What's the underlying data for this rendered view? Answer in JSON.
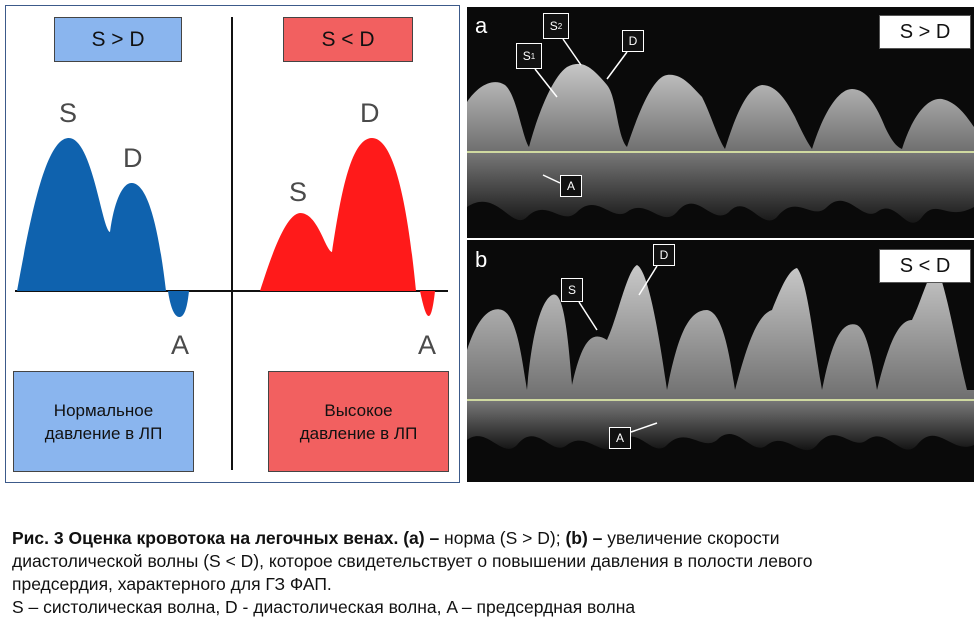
{
  "schema": {
    "left_header": "S > D",
    "right_header": "S < D",
    "left_letters": {
      "s": "S",
      "d": "D",
      "a": "A"
    },
    "right_letters": {
      "s": "S",
      "d": "D",
      "a": "A"
    },
    "left_note": [
      "Нормальное",
      "давление в ЛП"
    ],
    "right_note": [
      "Высокое",
      "давление в ЛП"
    ],
    "colors": {
      "normal_wave": "#0f62ae",
      "high_wave": "#ff1a1a",
      "normal_box": "#8ab5ee",
      "high_box": "#f26060"
    }
  },
  "panel_a": {
    "letter": "a",
    "label": "S > D",
    "markers": {
      "s1": "S",
      "s1_sub": "1",
      "s2": "S",
      "s2_sub": "2",
      "d": "D",
      "a": "A"
    }
  },
  "panel_b": {
    "letter": "b",
    "label": "S < D",
    "markers": {
      "s": "S",
      "d": "D",
      "a": "A"
    }
  },
  "caption": {
    "line1_bold": "Рис. 3 Оценка кровотока на легочных венах. (a) –",
    "line1_rest1": " норма (S > D); ",
    "line1_bold2": "(b) –",
    "line1_rest2": " увеличение скорости",
    "line2": "диастолической волны (S < D), которое свидетельствует о  повышении давления в полости левого",
    "line3": "предсердия, характерного для ГЗ ФАП.",
    "line4": "S – систолическая волна, D -  диастолическая волна, A – предсердная волна"
  }
}
